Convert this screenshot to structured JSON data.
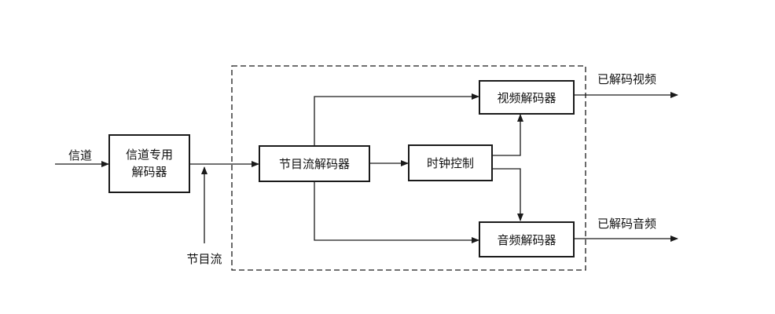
{
  "inputs": {
    "channel": "信道",
    "program_stream": "节目流"
  },
  "blocks": {
    "channel_decoder_line1": "信道专用",
    "channel_decoder_line2": "解码器",
    "program_stream_decoder": "节目流解码器",
    "clock_control": "时钟控制",
    "video_decoder": "视频解码器",
    "audio_decoder": "音频解码器"
  },
  "outputs": {
    "decoded_video": "已解码视频",
    "decoded_audio": "已解码音频"
  },
  "colors": {
    "line": "#1a1a1a",
    "background": "#ffffff"
  }
}
